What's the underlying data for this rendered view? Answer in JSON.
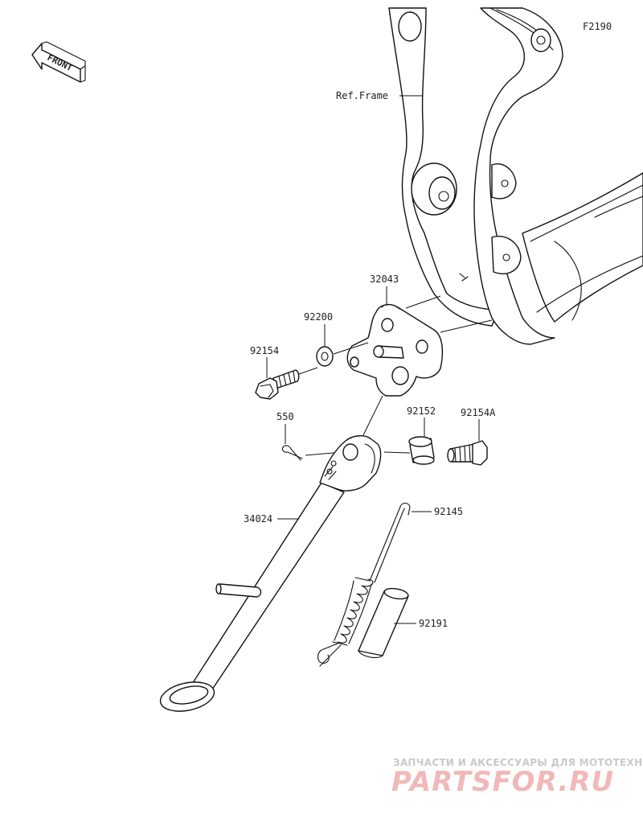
{
  "diagram_code": "F2190",
  "front_label": "FRONT",
  "ref_frame_label": "Ref.Frame",
  "parts": {
    "p32043": "32043",
    "p92200": "92200",
    "p92154": "92154",
    "p550": "550",
    "p92152": "92152",
    "p92154A": "92154A",
    "p34024": "34024",
    "p92145": "92145",
    "p92191": "92191"
  },
  "watermark": {
    "tagline": "ЗАПЧАСТИ И АКСЕССУАРЫ ДЛЯ МОТОТЕХНИКИ",
    "brand": "PARTSFOR.RU"
  }
}
